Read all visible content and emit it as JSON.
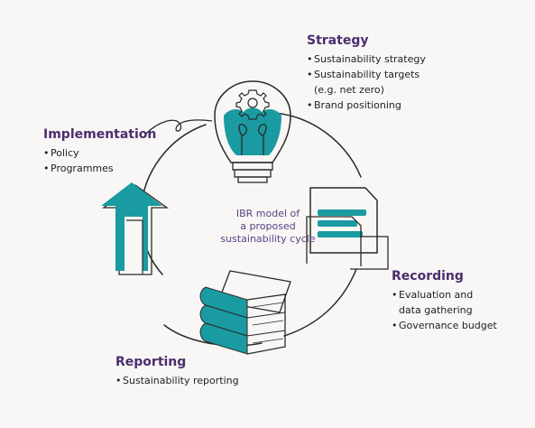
{
  "colors": {
    "background": "#f8f7f5",
    "accent": "#1a9aa1",
    "heading": "#4b2e6f",
    "center_text": "#5b3f84",
    "line": "#2a2a2a"
  },
  "center_label": [
    "IBR model of",
    "a proposed",
    "sustainability cycle"
  ],
  "stages": {
    "strategy": {
      "heading": "Strategy",
      "items": [
        "Sustainability strategy",
        "Sustainability targets",
        "(e.g. net zero)",
        "Brand positioning"
      ]
    },
    "recording": {
      "heading": "Recording",
      "items": [
        "Evaluation and",
        "data gathering",
        "Governance budget"
      ]
    },
    "reporting": {
      "heading": "Reporting",
      "items": [
        "Sustainability reporting"
      ]
    },
    "implementation": {
      "heading": "Implementation",
      "items": [
        "Policy",
        "Programmes"
      ]
    }
  },
  "icons": [
    "lightbulb-gear-icon",
    "document-folder-icon",
    "books-stack-icon",
    "up-arrow-icon"
  ]
}
